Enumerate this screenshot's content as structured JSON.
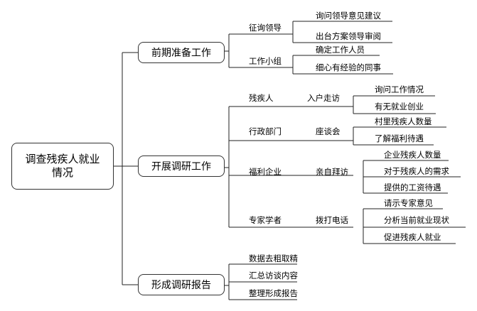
{
  "root": {
    "label": "调查残疾人就业情况"
  },
  "branches": [
    {
      "label": "前期准备工作",
      "groups": [
        {
          "label": "征询领导",
          "leaves": [
            "询问领导意见建议",
            "出台方案领导审阅"
          ]
        },
        {
          "label": "工作小组",
          "leaves": [
            "确定工作人员",
            "细心有经验的同事"
          ]
        }
      ]
    },
    {
      "label": "开展调研工作",
      "groups": [
        {
          "label": "残疾人",
          "method": "入户走访",
          "leaves": [
            "询问工作情况",
            "有无就业创业"
          ]
        },
        {
          "label": "行政部门",
          "method": "座谈会",
          "leaves": [
            "村里残疾人数量",
            "了解福利待遇"
          ]
        },
        {
          "label": "福利企业",
          "method": "亲自拜访",
          "leaves": [
            "企业残疾人数量",
            "对于残疾人的需求",
            "提供的工资待遇"
          ]
        },
        {
          "label": "专家学者",
          "method": "拨打电话",
          "leaves": [
            "请示专家意见",
            "分析当前就业现状",
            "促进残疾人就业"
          ]
        }
      ]
    },
    {
      "label": "形成调研报告",
      "leaves": [
        "数据去粗取精",
        "汇总访谈内容",
        "整理形成报告"
      ]
    }
  ]
}
